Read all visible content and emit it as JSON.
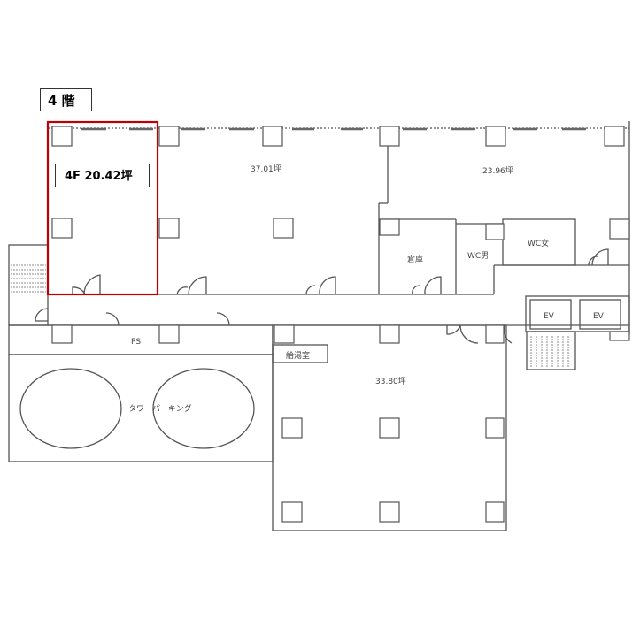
{
  "floor_label": "4 階",
  "highlight": {
    "label": "4F  20.42坪",
    "color": "#c00000"
  },
  "rooms": {
    "office_a": "37.01坪",
    "office_b": "23.96坪",
    "office_c": "33.80坪",
    "storage": "倉庫",
    "wc_men": "WC男",
    "wc_women": "WC女",
    "ps": "PS",
    "tower_parking": "タワーパーキング",
    "kitchenette": "給湯室",
    "ev1": "EV",
    "ev2": "EV"
  }
}
